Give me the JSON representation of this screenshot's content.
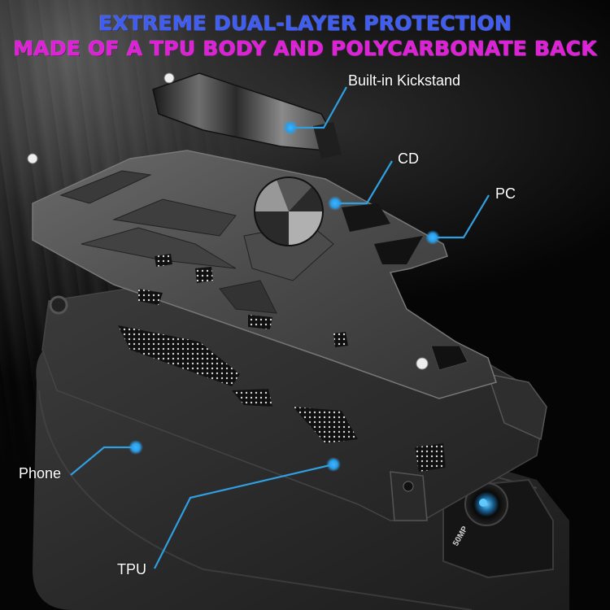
{
  "headline": {
    "line1": "EXTREME DUAL-LAYER PROTECTION",
    "line2": "MADE OF A TPU BODY AND POLYCARBONATE BACK",
    "line1_color": "#3f5df0",
    "line2_color": "#e020d8"
  },
  "callouts": [
    {
      "id": "kickstand",
      "label": "Built-in Kickstand"
    },
    {
      "id": "cd",
      "label": "CD"
    },
    {
      "id": "pc",
      "label": "PC"
    },
    {
      "id": "phone",
      "label": "Phone"
    },
    {
      "id": "tpu",
      "label": "TPU"
    }
  ],
  "callout_color": "#2f9fe0",
  "camera": {
    "module_text": "50MP"
  },
  "parts": [
    "kickstand-plate",
    "cd-magnetic-disc",
    "pc-back-shell",
    "tpu-bumper-body",
    "phone"
  ]
}
